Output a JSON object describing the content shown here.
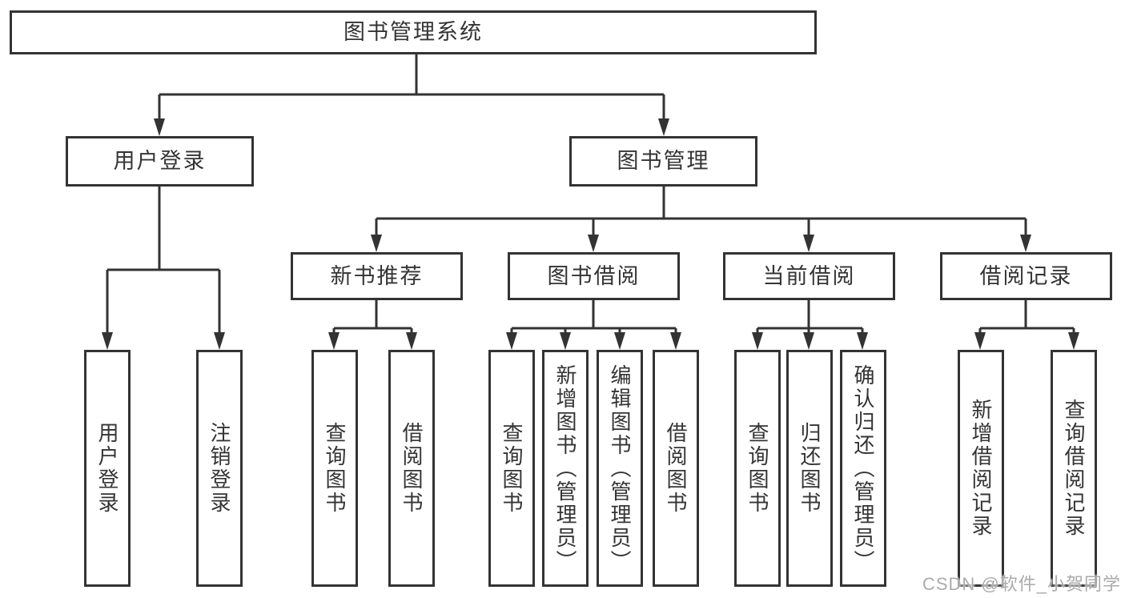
{
  "diagram": {
    "root": {
      "label": "图书管理系统"
    },
    "branches": [
      {
        "label": "用户登录",
        "children": [
          {
            "label": "用户登录"
          },
          {
            "label": "注销登录"
          }
        ]
      },
      {
        "label": "图书管理",
        "children": [
          {
            "label": "新书推荐",
            "children": [
              {
                "label": "查询图书"
              },
              {
                "label": "借阅图书"
              }
            ]
          },
          {
            "label": "图书借阅",
            "children": [
              {
                "label": "查询图书"
              },
              {
                "label": "新增图书（管理员）"
              },
              {
                "label": "编辑图书（管理员）"
              },
              {
                "label": "借阅图书"
              }
            ]
          },
          {
            "label": "当前借阅",
            "children": [
              {
                "label": "查询图书"
              },
              {
                "label": "归还图书"
              },
              {
                "label": "确认归还（管理员）"
              }
            ]
          },
          {
            "label": "借阅记录",
            "children": [
              {
                "label": "新增借阅记录"
              },
              {
                "label": "查询借阅记录"
              }
            ]
          }
        ]
      }
    ]
  },
  "watermark": {
    "text": "CSDN @软件_小贺同学"
  },
  "colors": {
    "line": "#333333",
    "text": "#343434",
    "background": "#ffffff",
    "watermark": "#ababab"
  }
}
